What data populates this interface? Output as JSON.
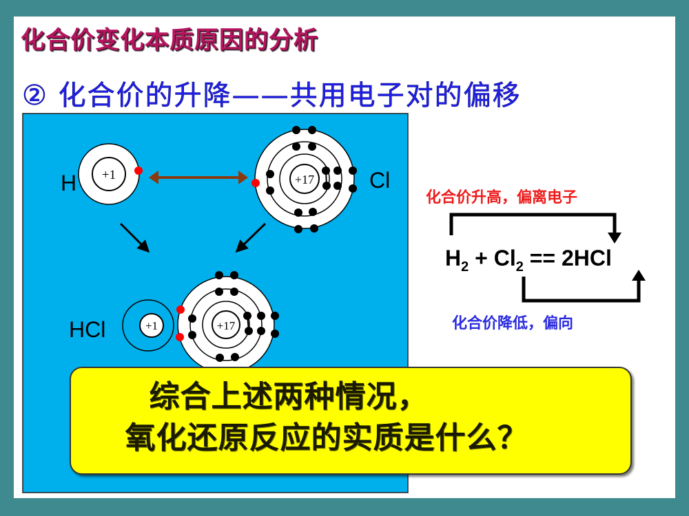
{
  "slide": {
    "title": "化合价变化本质原因的分析",
    "subtitle": "② 化合价的升降——共用电子对的偏移"
  },
  "colors": {
    "background": "#3e8a8e",
    "title": "#b5155f",
    "subtitle": "#2020e8",
    "diagram_panel": "#00b0ec",
    "electron_shared": "#ff0000",
    "electron": "#000000",
    "exchange_arrow": "#8b3a10",
    "question_box": "#ffff00",
    "note_up": "#ee1b1b",
    "note_down": "#2a2ae0"
  },
  "diagram": {
    "h_atom": {
      "label": "H",
      "nucleus": "+1"
    },
    "cl_atom": {
      "label": "Cl",
      "nucleus": "+17"
    },
    "hcl_molecule": {
      "label": "HCl",
      "h_nucleus": "+1",
      "cl_nucleus": "+17"
    }
  },
  "equation": {
    "reactant1": "H",
    "reactant1_sub": "2",
    "plus": " + ",
    "reactant2": "Cl",
    "reactant2_sub": "2",
    "equals": " == ",
    "product": "2HCl",
    "note_up": "化合价升高，偏离电子",
    "note_down": "化合价降低，偏向"
  },
  "question": {
    "line1": "综合上述两种情况，",
    "line2": "氧化还原反应的实质是什么？"
  }
}
